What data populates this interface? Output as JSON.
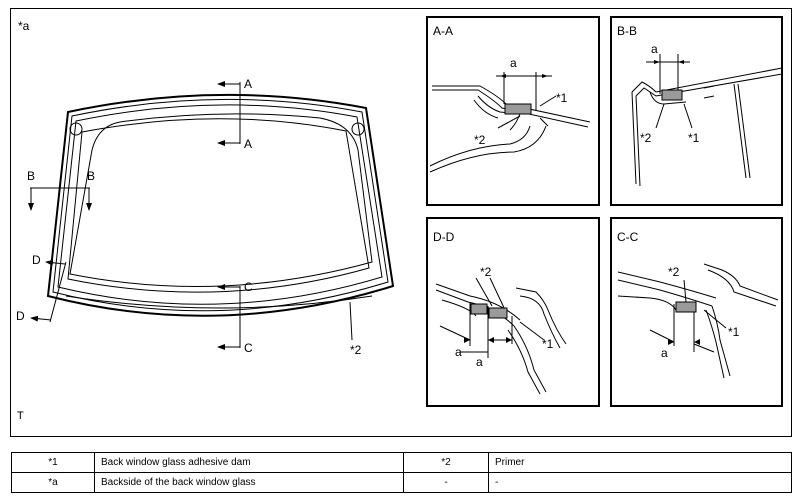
{
  "main_view": {
    "label": "*a",
    "section_a_top": "A",
    "section_a_bottom": "A",
    "section_b_left": "B",
    "section_b_right": "B",
    "section_c_top": "C",
    "section_c_bottom": "C",
    "section_d_top": "D",
    "section_d_bottom": "D",
    "callout_primer": "*2",
    "corner_mark": "T"
  },
  "detail_a": {
    "title": "A-A",
    "dim": "a",
    "callout1": "*1",
    "callout2": "*2"
  },
  "detail_b": {
    "title": "B-B",
    "dim": "a",
    "callout1": "*1",
    "callout2": "*2"
  },
  "detail_d": {
    "title": "D-D",
    "dim1": "a",
    "dim2": "a",
    "callout1": "*1",
    "callout2": "*2"
  },
  "detail_c": {
    "title": "C-C",
    "dim": "a",
    "callout1": "*1",
    "callout2": "*2"
  },
  "legend": {
    "rows": [
      {
        "key1": "*1",
        "val1": "Back window glass adhesive dam",
        "key2": "*2",
        "val2": "Primer"
      },
      {
        "key1": "*a",
        "val1": "Backside of the back window glass",
        "key2": "-",
        "val2": "-"
      }
    ]
  }
}
